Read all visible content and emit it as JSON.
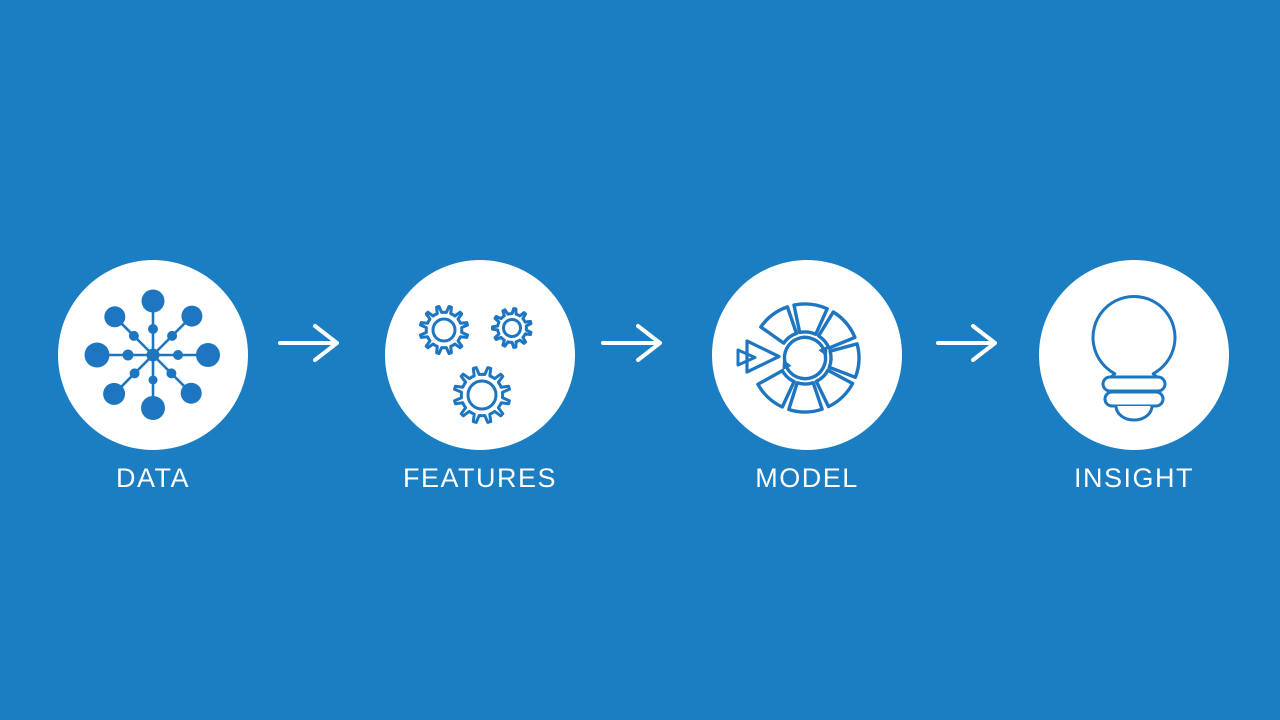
{
  "slide": {
    "background_color": "#1b7dc2",
    "icon_color": "#1e76c0",
    "text_color": "#ffffff",
    "circle_color": "#ffffff"
  },
  "pipeline": {
    "stages": [
      {
        "label": "DATA",
        "icon": "data-network-icon"
      },
      {
        "label": "FEATURES",
        "icon": "gears-icon"
      },
      {
        "label": "MODEL",
        "icon": "model-iteration-icon"
      },
      {
        "label": "INSIGHT",
        "icon": "lightbulb-icon"
      }
    ],
    "connectors": [
      {
        "icon": "arrow-right-icon"
      },
      {
        "icon": "arrow-right-icon"
      },
      {
        "icon": "arrow-right-icon"
      }
    ]
  }
}
